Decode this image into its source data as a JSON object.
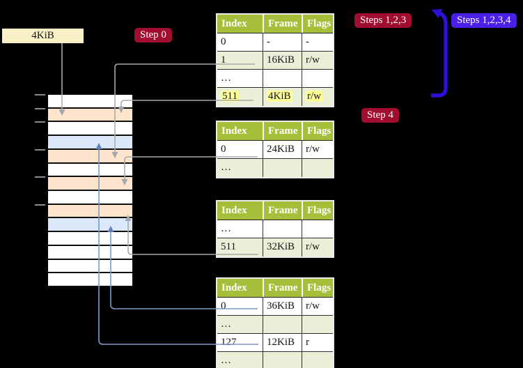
{
  "colors": {
    "background": "#000000",
    "crimson_badge": "#A00D2F",
    "violet_badge": "#4A20E8",
    "arrow_blue": "#2B11D8",
    "header_green": "#A5BF3B",
    "row_green": "#EAF0D8",
    "highlight_yellow": "#FFFF99",
    "label_cream": "#FAF0C8",
    "mem_orange": "#FCE5CC",
    "mem_blue": "#DAE8FA",
    "mem_white": "#FFFFFF",
    "gray_line": "#ABABAB",
    "gray_head": "#A2A7AE",
    "blue_line": "#7D99C8",
    "blue_head": "#5F80BA",
    "tick_gray": "#8C8C8C"
  },
  "labels": {
    "frame_size_label": "4KiB",
    "step0": "Step 0",
    "steps_123": "Steps 1,2,3",
    "steps_1234": "Steps 1,2,3,4",
    "step4": "Step 4"
  },
  "page_tables": [
    {
      "id": "table-1",
      "headers": [
        "Index",
        "Frame",
        "Flags"
      ],
      "rows": [
        {
          "cells": [
            "0",
            "-",
            "-"
          ],
          "shaded": false,
          "highlighted": false
        },
        {
          "cells": [
            "1",
            "16KiB",
            "r/w"
          ],
          "shaded": true,
          "highlighted": false
        },
        {
          "cells": [
            "…",
            "",
            ""
          ],
          "shaded": false,
          "highlighted": false
        },
        {
          "cells": [
            "511",
            "4KiB",
            "r/w"
          ],
          "shaded": true,
          "highlighted": true
        }
      ]
    },
    {
      "id": "table-2",
      "headers": [
        "Index",
        "Frame",
        "Flags"
      ],
      "rows": [
        {
          "cells": [
            "0",
            "24KiB",
            "r/w"
          ],
          "shaded": false,
          "highlighted": false
        },
        {
          "cells": [
            "…",
            "",
            ""
          ],
          "shaded": true,
          "highlighted": false
        }
      ]
    },
    {
      "id": "table-3",
      "headers": [
        "Index",
        "Frame",
        "Flags"
      ],
      "rows": [
        {
          "cells": [
            "…",
            "",
            ""
          ],
          "shaded": false,
          "highlighted": false
        },
        {
          "cells": [
            "511",
            "32KiB",
            "r/w"
          ],
          "shaded": true,
          "highlighted": false
        }
      ]
    },
    {
      "id": "table-4",
      "headers": [
        "Index",
        "Frame",
        "Flags"
      ],
      "rows": [
        {
          "cells": [
            "0",
            "36KiB",
            "r/w"
          ],
          "shaded": false,
          "highlighted": false
        },
        {
          "cells": [
            "…",
            "",
            ""
          ],
          "shaded": true,
          "highlighted": false
        },
        {
          "cells": [
            "127",
            "12KiB",
            "r"
          ],
          "shaded": false,
          "highlighted": false
        },
        {
          "cells": [
            "…",
            "",
            ""
          ],
          "shaded": true,
          "highlighted": false
        }
      ]
    }
  ],
  "memory_column": {
    "rows": [
      "white",
      "orange",
      "white",
      "blue",
      "orange",
      "white",
      "orange",
      "white",
      "orange",
      "blue",
      "white",
      "white",
      "white",
      "white"
    ],
    "tick_row_indices": [
      0,
      1,
      2,
      4,
      6,
      8
    ]
  }
}
